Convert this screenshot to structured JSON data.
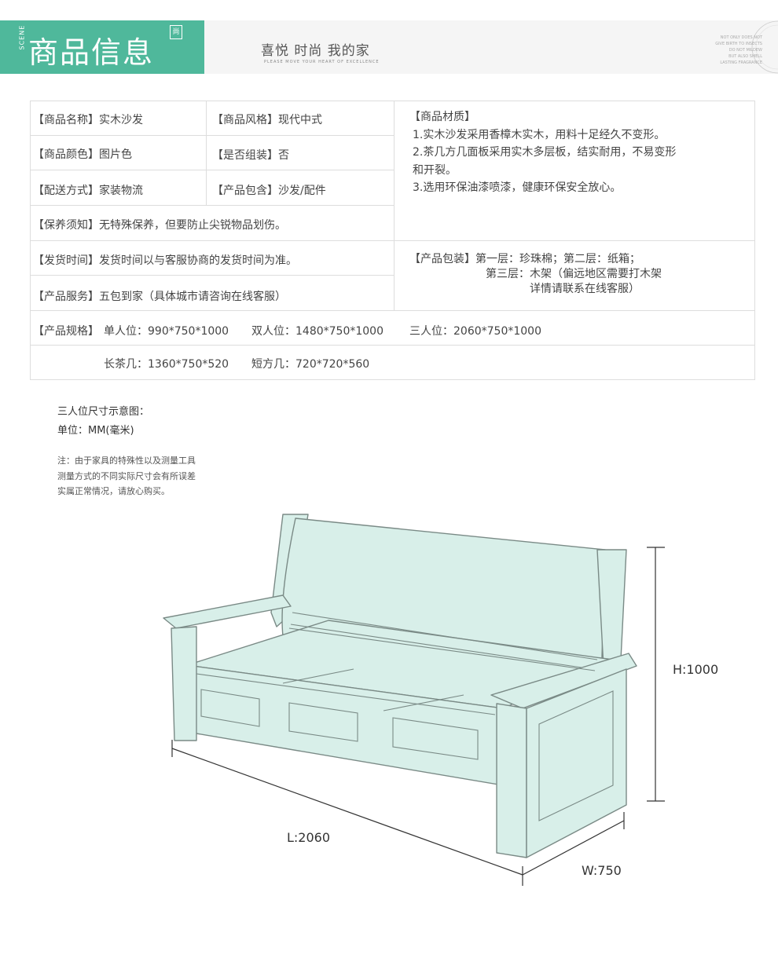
{
  "header": {
    "scene_label": "SCENE",
    "title": "商品信息",
    "seal": "尚",
    "slogan": "喜悦  时尚  我的家",
    "slogan_en": "PLEASE MOVE YOUR HEART OF EXCELLENCE",
    "deco_lines": [
      "NOT ONLY DOES NOT",
      "GIVE BIRTH TO INSECTS",
      "DO NOT MILDEW",
      "BUT ALSO SMELL",
      "LASTING FRAGRANCE"
    ]
  },
  "specs": {
    "name_label": "【商品名称】",
    "name_value": "实木沙发",
    "style_label": "【商品风格】",
    "style_value": "现代中式",
    "color_label": "【商品颜色】",
    "color_value": "图片色",
    "assembly_label": "【是否组装】",
    "assembly_value": "否",
    "delivery_label": "【配送方式】",
    "delivery_value": "家装物流",
    "includes_label": "【产品包含】",
    "includes_value": "沙发/配件",
    "care_label": "【保养须知】",
    "care_value": "无特殊保养，但要防止尖锐物品划伤。",
    "material_label": "【商品材质】",
    "material_lines": [
      "1.实木沙发采用香樟木实木，用料十足经久不变形。",
      "2.茶几方几面板采用实木多层板，结实耐用，不易变形",
      "和开裂。",
      "3.选用环保油漆喷漆，健康环保安全放心。"
    ],
    "ship_label": "【发货时间】",
    "ship_value": "发货时间以与客服协商的发货时间为准。",
    "service_label": "【产品服务】",
    "service_value": "五包到家（具体城市请咨询在线客服）",
    "package_label": "【产品包装】",
    "package_lines": [
      "第一层：珍珠棉；第二层：纸箱；",
      "第三层：木架（偏远地区需要打木架",
      "详情请联系在线客服）"
    ],
    "size_label": "【产品规格】",
    "size_single": "单人位：990*750*1000",
    "size_double": "双人位：1480*750*1000",
    "size_triple": "三人位：2060*750*1000",
    "size_long_table": "长茶几：1360*750*520",
    "size_square_table": "短方几：720*720*560"
  },
  "diagram_info": {
    "title": "三人位尺寸示意图：",
    "unit": "单位：MM(毫米)",
    "note_lines": [
      "注：由于家具的特殊性以及测量工具",
      "测量方式的不同实际尺寸会有所误差",
      "实属正常情况，请放心购买。"
    ],
    "height_label": "H:1000",
    "length_label": "L:2060",
    "width_label": "W:750"
  },
  "colors": {
    "accent": "#4fb89b",
    "sofa_fill": "#d8efe9",
    "sofa_stroke": "#7a8a86",
    "table_line": "#dddddd"
  }
}
